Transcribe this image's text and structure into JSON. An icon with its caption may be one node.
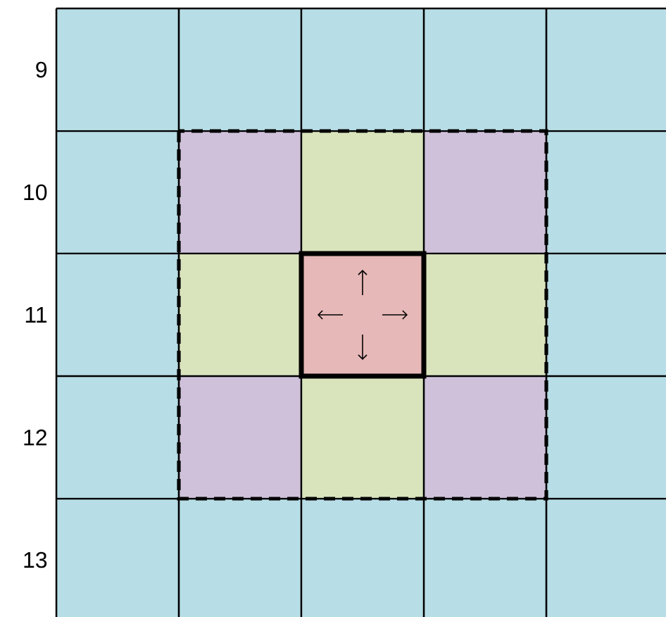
{
  "diagram": {
    "labels": [
      "9",
      "10",
      "11",
      "12",
      "13"
    ]
  }
}
